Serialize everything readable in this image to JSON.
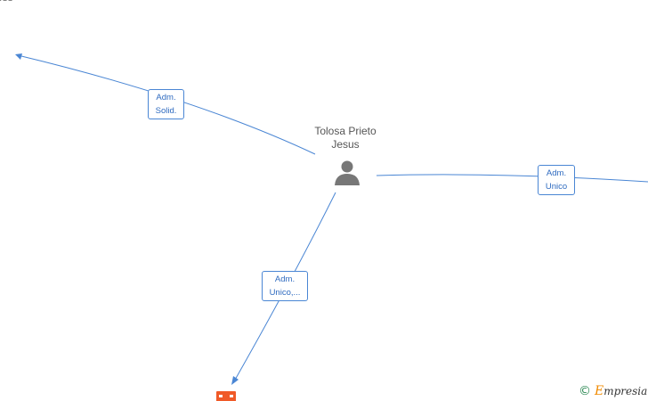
{
  "top_fragment": "oss",
  "center_person": {
    "name_line1": "Tolosa Prieto",
    "name_line2": "Jesus",
    "icon": "person-icon"
  },
  "edges": [
    {
      "id": "to-top-left",
      "line1": "Adm.",
      "line2": "Solid."
    },
    {
      "id": "to-right",
      "line1": "Adm.",
      "line2": "Unico"
    },
    {
      "id": "to-bottom",
      "line1": "Adm.",
      "line2": "Unico,..."
    }
  ],
  "company_icon": "building-icon",
  "watermark": {
    "copyright_symbol": "©",
    "brand_first": "E",
    "brand_rest": "mpresia"
  },
  "colors": {
    "edge": "#4a86d4",
    "person": "#777777",
    "company": "#f05a28"
  }
}
